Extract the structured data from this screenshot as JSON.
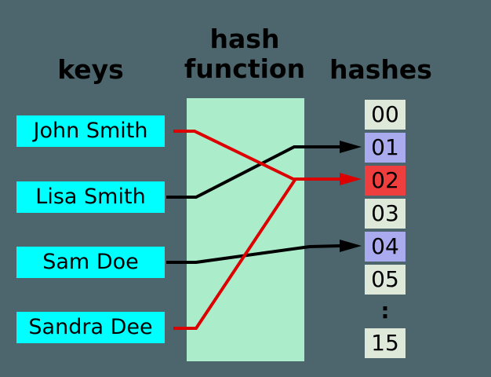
{
  "headers": {
    "keys": "keys",
    "hash_function": "hash\nfunction",
    "hashes": "hashes"
  },
  "keys": {
    "items": [
      {
        "label": "John Smith"
      },
      {
        "label": "Lisa Smith"
      },
      {
        "label": "Sam Doe"
      },
      {
        "label": "Sandra Dee"
      }
    ]
  },
  "hash_column": {
    "cells": [
      {
        "label": "00",
        "variant": "plain"
      },
      {
        "label": "01",
        "variant": "occupied"
      },
      {
        "label": "02",
        "variant": "collision"
      },
      {
        "label": "03",
        "variant": "plain"
      },
      {
        "label": "04",
        "variant": "occupied"
      },
      {
        "label": "05",
        "variant": "plain"
      }
    ],
    "ellipsis": ":",
    "last_cell": {
      "label": "15",
      "variant": "plain"
    }
  },
  "mappings": [
    {
      "from": "John Smith",
      "to": "02",
      "color": "red"
    },
    {
      "from": "Lisa Smith",
      "to": "01",
      "color": "black"
    },
    {
      "from": "Sam Doe",
      "to": "04",
      "color": "black"
    },
    {
      "from": "Sandra Dee",
      "to": "02",
      "color": "red"
    }
  ],
  "colors": {
    "bg": "#4d666d",
    "key-box": "#00ffff",
    "function-box": "#abeccb",
    "hash-cell": "#dee9da",
    "hash-cell-occupied": "#aaaaee",
    "hash-cell-collision": "#ee3e3e",
    "arrow-black": "#000000",
    "arrow-red": "#dd0000"
  }
}
